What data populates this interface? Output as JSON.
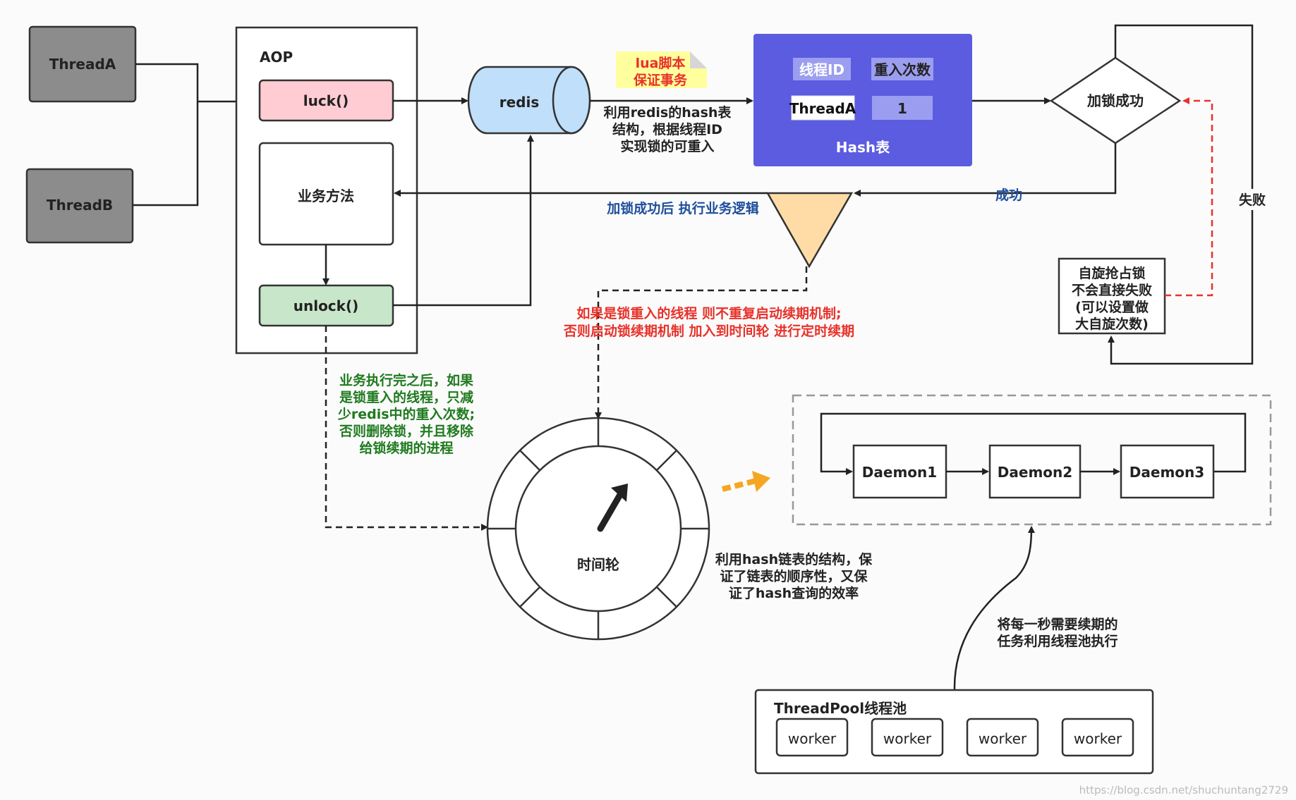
{
  "nodes": {
    "thread_a": "ThreadA",
    "thread_b": "ThreadB",
    "aop": "AOP",
    "luck": "luck()",
    "business_method": "业务方法",
    "unlock": "unlock()",
    "redis": "redis",
    "lua_note": [
      "lua脚本",
      "保证事务"
    ],
    "hash_table": {
      "col1": "线程ID",
      "col2": "重入次数",
      "val1": "ThreadA",
      "val2": "1",
      "caption": "Hash表"
    },
    "lock_success": "加锁成功",
    "spin": [
      "自旋抢占锁",
      "不会直接失败",
      "(可以设置做",
      "大自旋次数)"
    ],
    "time_wheel": "时间轮",
    "daemons": [
      "Daemon1",
      "Daemon2",
      "Daemon3"
    ],
    "threadpool": "ThreadPool线程池",
    "workers": [
      "worker",
      "worker",
      "worker",
      "worker"
    ]
  },
  "labels": {
    "redis_hash": [
      "利用redis的hash表",
      "结构，根据线程ID",
      "实现锁的可重入"
    ],
    "success": "成功",
    "fail": "失败",
    "after_lock": "加锁成功后 执行业务逻辑",
    "reentry_note": [
      "如果是锁重入的线程 则不重复启动续期机制;",
      "否则启动锁续期机制 加入到时间轮 进行定时续期"
    ],
    "business_done": [
      "业务执行完之后，如果",
      "是锁重入的线程，只减",
      "少redis中的重入次数;",
      "否则删除锁，并且移除",
      "给锁续期的进程"
    ],
    "hash_linked": [
      "利用hash链表的结构，保",
      "证了链表的顺序性，又保",
      "证了hash查询的效率"
    ],
    "threadpool_note": [
      "将每一秒需要续期的",
      "任务利用线程池执行"
    ],
    "watermark": "https://blog.csdn.net/shuchuntang2729"
  },
  "colors": {
    "thread_fill": "#8c8c8c",
    "luck_fill": "#ffccd3",
    "unlock_fill": "#c8e6c9",
    "redis_fill": "#bfdffa",
    "lua_fill": "#ffff9e",
    "hash_panel": "#5b5ce0",
    "hash_cell": "#9b9ef0",
    "merge_fill": "#ffdca6",
    "red_text": "#e8322a",
    "green_text": "#1f7a1f",
    "blue_text": "#1f4e9c"
  }
}
